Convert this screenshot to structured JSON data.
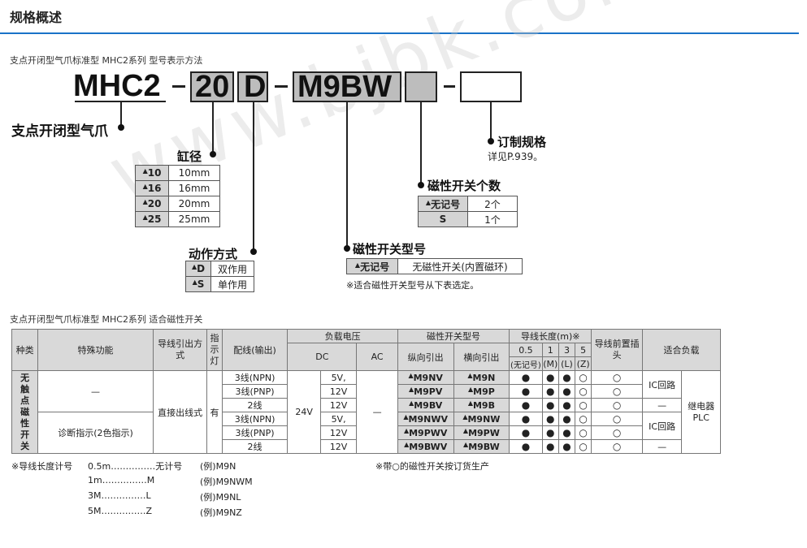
{
  "header": {
    "title": "规格概述"
  },
  "model_section": {
    "caption": "支点开闭型气爪标准型 MHC2系列 型号表示方法",
    "code": {
      "series": "MHC2",
      "dash": "-",
      "size": "20",
      "action": "D",
      "switch": "M9BW"
    },
    "series_label": "支点开闭型气爪",
    "bore": {
      "label": "缸径",
      "rows": [
        {
          "k": "10",
          "v": "10mm"
        },
        {
          "k": "16",
          "v": "16mm"
        },
        {
          "k": "20",
          "v": "20mm"
        },
        {
          "k": "25",
          "v": "25mm"
        }
      ]
    },
    "action": {
      "label": "动作方式",
      "rows": [
        {
          "k": "D",
          "v": "双作用"
        },
        {
          "k": "S",
          "v": "单作用"
        }
      ]
    },
    "switch_type": {
      "label": "磁性开关型号",
      "rows": [
        {
          "k": "无记号",
          "v": "无磁性开关(内置磁环)"
        }
      ],
      "note": "※适合磁性开关型号从下表选定。"
    },
    "switch_qty": {
      "label": "磁性开关个数",
      "rows": [
        {
          "k": "无记号",
          "v": "2个"
        },
        {
          "k": "S",
          "v": "1个"
        }
      ]
    },
    "custom": {
      "label": "订制规格",
      "note": "详见P.939。"
    }
  },
  "table_section": {
    "caption": "支点开闭型气爪标准型 MHC2系列 适合磁性开关",
    "headers": {
      "kind": "种类",
      "func": "特殊功能",
      "wire_out": "导线引出方式",
      "indicator": "指示灯",
      "wiring": "配线(输出)",
      "load_voltage": "负载电压",
      "dc": "DC",
      "ac": "AC",
      "model": "磁性开关型号",
      "vertical": "纵向引出",
      "horizontal": "横向引出",
      "wire_len": "导线长度(m)※",
      "l05": "0.5",
      "l05b": "(无记号)",
      "l1": "1",
      "l1b": "(M)",
      "l3": "3",
      "l3b": "(L)",
      "l5": "5",
      "l5b": "(Z)",
      "pre": "导线前置插头",
      "load": "适合负载"
    },
    "kind_value": "无触点磁性开关",
    "func_dash": "—",
    "func_diag": "诊断指示(2色指示)",
    "wire_out_value": "直接出线式",
    "indicator_value": "有",
    "dc_24": "24V",
    "ac_dash": "—",
    "load_relay": "继电器",
    "load_plc": "PLC",
    "rows": [
      {
        "wiring": "3线(NPN)",
        "v": "5V,",
        "vert": "M9NV",
        "horz": "M9N",
        "c05": "●",
        "c1": "●",
        "c3": "●",
        "c5": "○",
        "pre": "○",
        "ic": "IC回路"
      },
      {
        "wiring": "3线(PNP)",
        "v": "12V",
        "vert": "M9PV",
        "horz": "M9P",
        "c05": "●",
        "c1": "●",
        "c3": "●",
        "c5": "○",
        "pre": "○",
        "ic": ""
      },
      {
        "wiring": "2线",
        "v": "12V",
        "vert": "M9BV",
        "horz": "M9B",
        "c05": "●",
        "c1": "●",
        "c3": "●",
        "c5": "○",
        "pre": "○",
        "ic": "—"
      },
      {
        "wiring": "3线(NPN)",
        "v": "5V,",
        "vert": "M9NWV",
        "horz": "M9NW",
        "c05": "●",
        "c1": "●",
        "c3": "●",
        "c5": "○",
        "pre": "○",
        "ic": "IC回路"
      },
      {
        "wiring": "3线(PNP)",
        "v": "12V",
        "vert": "M9PWV",
        "horz": "M9PW",
        "c05": "●",
        "c1": "●",
        "c3": "●",
        "c5": "○",
        "pre": "○",
        "ic": ""
      },
      {
        "wiring": "2线",
        "v": "12V",
        "vert": "M9BWV",
        "horz": "M9BW",
        "c05": "●",
        "c1": "●",
        "c3": "●",
        "c5": "○",
        "pre": "○",
        "ic": "—"
      }
    ]
  },
  "footnotes": {
    "f1a": "※导线长度计号",
    "f1b": "0.5m……………无计号",
    "f1c": "(例)M9N",
    "f2b": "1m……………M",
    "f2c": "(例)M9NWM",
    "f3b": "3M……………L",
    "f3c": "(例)M9NL",
    "f4b": "5M……………Z",
    "f4c": "(例)M9NZ",
    "right": "※带○的磁性开关按订货生产"
  },
  "watermark": "www.bjbk.com"
}
